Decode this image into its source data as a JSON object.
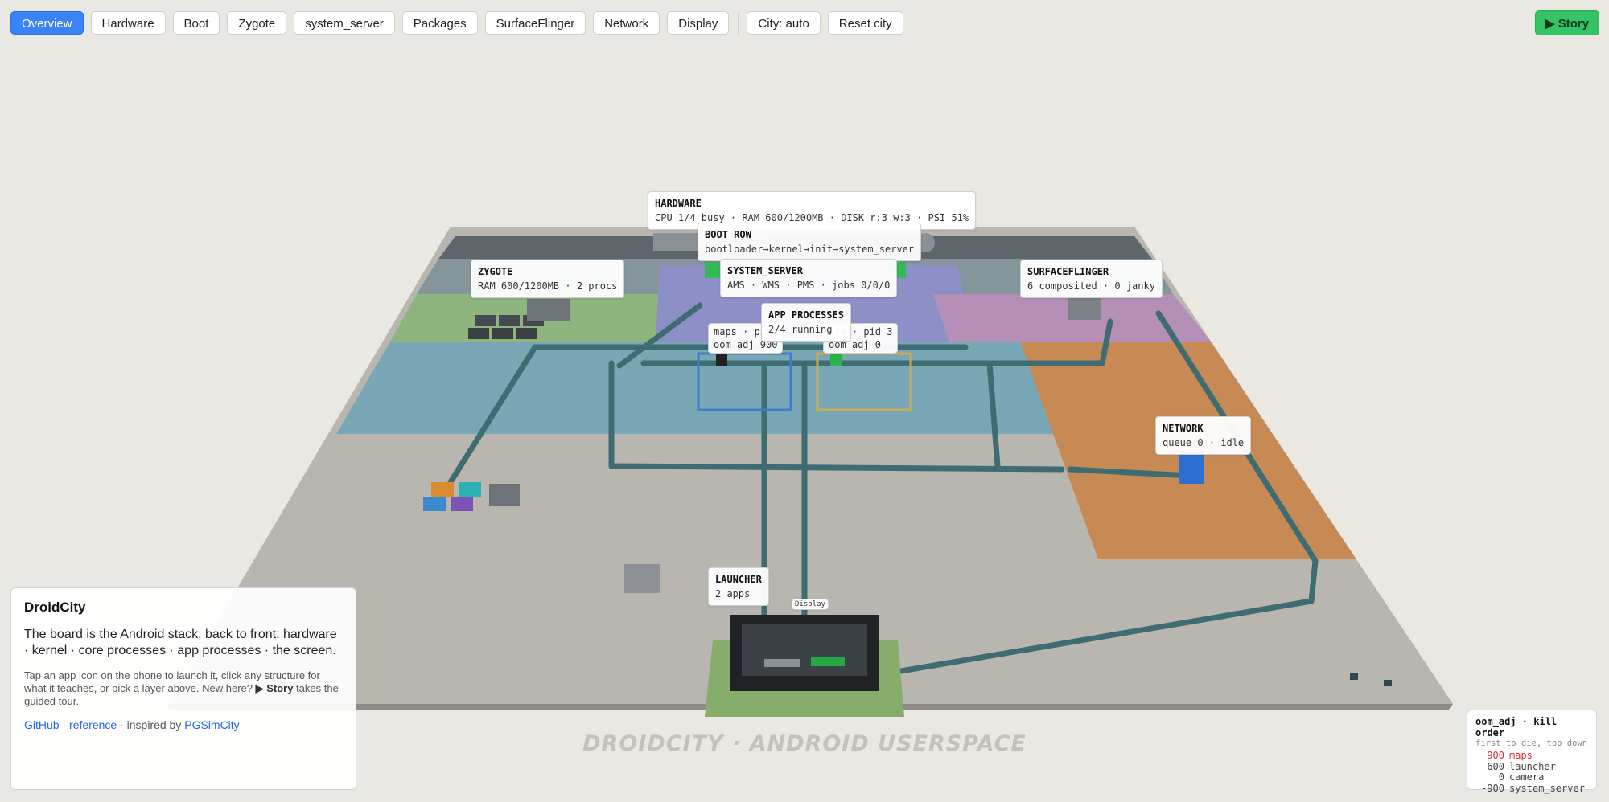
{
  "toolbar": {
    "tabs": [
      "Overview",
      "Hardware",
      "Boot",
      "Zygote",
      "system_server",
      "Packages",
      "SurfaceFlinger",
      "Network",
      "Display"
    ],
    "active_tab": "Overview",
    "city_label": "City: auto",
    "reset_label": "Reset city",
    "story_label": "▶ Story"
  },
  "labels": {
    "hardware": {
      "title": "HARDWARE",
      "text": "CPU 1/4 busy · RAM 600/1200MB · DISK r:3 w:3 · PSI 51%"
    },
    "boot_row": {
      "title": "BOOT ROW",
      "text": "bootloader→kernel→init→system_server"
    },
    "zygote": {
      "title": "ZYGOTE",
      "text": "RAM 600/1200MB · 2 procs"
    },
    "system_server": {
      "title": "SYSTEM_SERVER",
      "text": "AMS · WMS · PMS · jobs 0/0/0"
    },
    "surfaceflinger": {
      "title": "SURFACEFLINGER",
      "text": "6 composited · 0 janky"
    },
    "app_processes": {
      "title": "APP PROCESSES",
      "text": "2/4 running"
    },
    "maps_proc": {
      "line1": "maps · pid",
      "line2": "oom_adj 900"
    },
    "camera_proc": {
      "line1": "era · pid 3",
      "line2": "oom_adj 0"
    },
    "network": {
      "title": "NETWORK",
      "text": "queue 0 · idle"
    },
    "launcher": {
      "title": "LAUNCHER",
      "text": "2 apps"
    },
    "display_tag": "Display"
  },
  "info_panel": {
    "title": "DroidCity",
    "lead": "The board is the Android stack, back to front: hardware · kernel · core processes · app processes · the screen.",
    "hint_before": "Tap an app icon on the phone to launch it, click any structure for what it teaches, or pick a layer above. New here? ",
    "hint_story": "▶ Story",
    "hint_after": " takes the guided tour.",
    "link_github": "GitHub",
    "link_reference": "reference",
    "inspired_by": "· inspired by ",
    "link_pgsimcity": "PGSimCity",
    "dot": " · "
  },
  "oom_panel": {
    "title": "oom_adj · kill order",
    "subtitle": "first to die, top down",
    "rows": [
      {
        "value": "900",
        "name": "maps",
        "hot": true
      },
      {
        "value": "600",
        "name": "launcher",
        "hot": false
      },
      {
        "value": "0",
        "name": "camera",
        "hot": false
      },
      {
        "value": "-900",
        "name": "system_server",
        "hot": false
      }
    ]
  },
  "watermark": "DROIDCITY · ANDROID USERSPACE",
  "colors": {
    "accent": "#3b82f6",
    "story": "#34c466",
    "board": "#b9b6b0",
    "hardware_band": "#5f666b",
    "zygote_zone": "#8fb57f",
    "system_zone": "#8d8fc7",
    "sf_zone": "#b58fb8",
    "app_zone": "#79a7b5",
    "network_zone": "#c78a55",
    "pipes": "#3f6b73",
    "launcher_pad": "#86ad6c"
  }
}
